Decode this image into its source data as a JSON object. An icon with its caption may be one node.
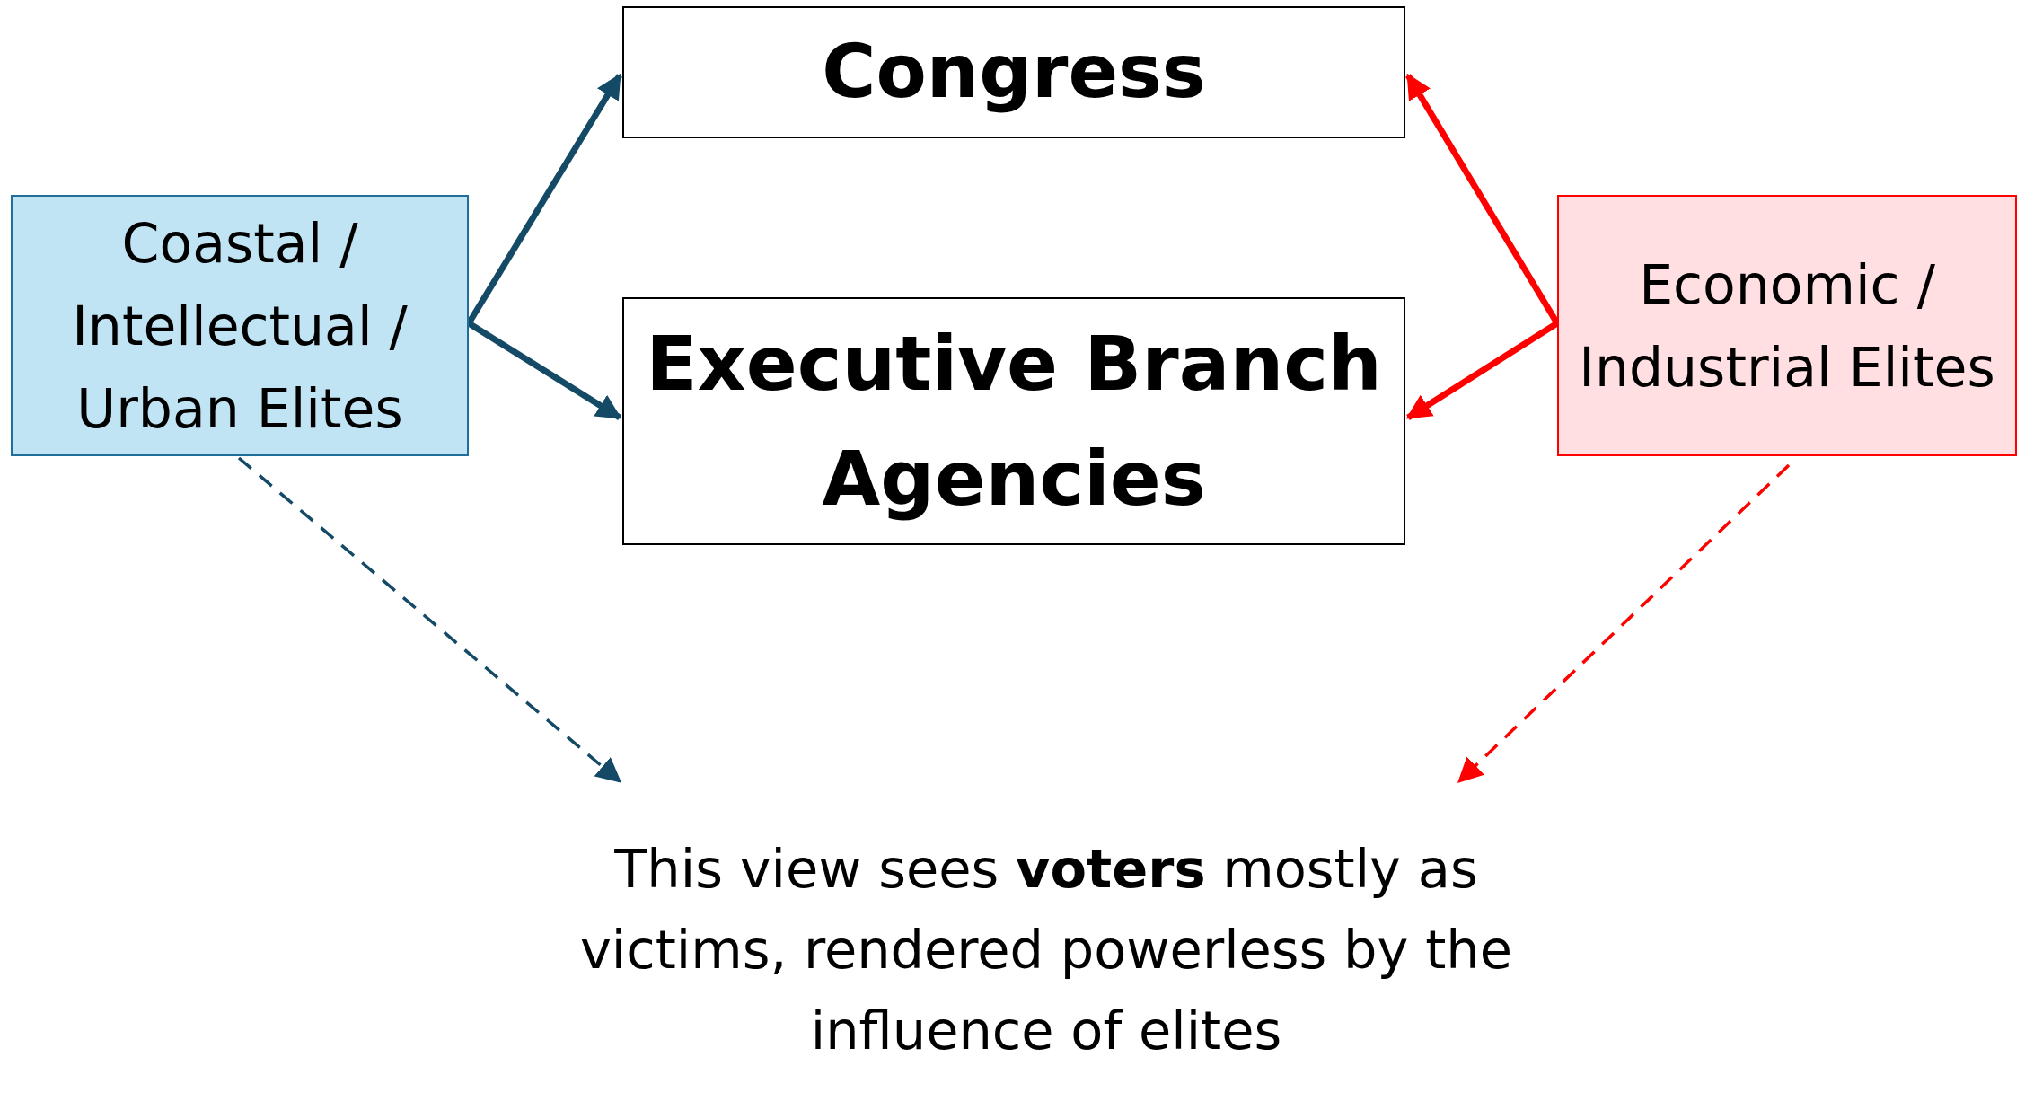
{
  "diagram": {
    "nodes": [
      {
        "text": [
          "Congress"
        ]
      },
      {
        "text": [
          "Coastal / Intellectual / Urban Elites"
        ]
      },
      {
        "text": [
          "Executive Branch Agencies"
        ]
      },
      {
        "text": [
          "Economic / Industrial Elites"
        ]
      },
      {
        "text": [
          "This view sees **voters** mostly as victims, rendered powerless by the influence of elites"
        ]
      }
    ],
    "edges": [
      {
        "from": 1,
        "to": 0,
        "arrow": "to"
      },
      {
        "from": 1,
        "to": 2,
        "arrow": "to"
      },
      {
        "from": 3,
        "to": 0,
        "arrow": "to",
        "color": "#ff0000"
      },
      {
        "from": 3,
        "to": 2,
        "arrow": "to",
        "color": "#ff0000"
      },
      {
        "from": 1,
        "to": 4,
        "arrow": "to",
        "style": "dashed"
      },
      {
        "from": 3,
        "to": 4,
        "arrow": "to",
        "style": "dashed",
        "color": "#ff0000"
      }
    ]
  }
}
